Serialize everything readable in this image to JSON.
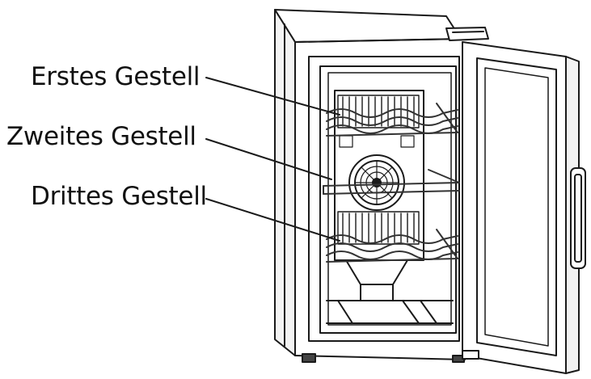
{
  "callouts": [
    {
      "label": "Erstes Gestell"
    },
    {
      "label": "Zweites Gestell"
    },
    {
      "label": "Drittes Gestell"
    }
  ],
  "colors": {
    "line": "#1a1a1a",
    "background": "#ffffff",
    "shelf": "#333333"
  },
  "icons": {
    "appliance": "wine-cooler-illustration",
    "fan": "fan-icon",
    "handle": "door-handle-icon"
  }
}
